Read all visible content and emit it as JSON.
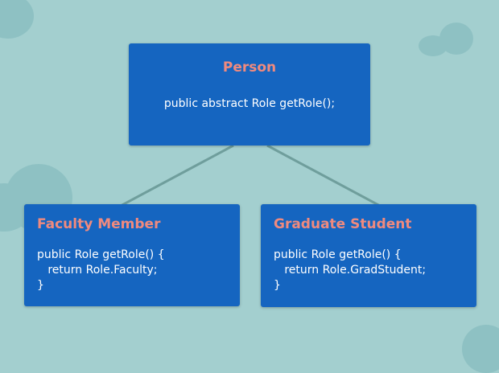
{
  "diagram": {
    "parent": {
      "title": "Person",
      "code": "public abstract Role getRole();"
    },
    "children": [
      {
        "title": "Faculty Member",
        "code": "public Role getRole() {\n   return Role.Faculty;\n}"
      },
      {
        "title": "Graduate Student",
        "code": "public Role getRole() {\n   return Role.GradStudent;\n}"
      }
    ]
  },
  "colors": {
    "background": "#a3cfcf",
    "cloud": "#8ec1c3",
    "box_fill": "#1565c0",
    "title_text": "#f08a7e",
    "body_text": "#ffffff",
    "connector": "#6f9e9c"
  }
}
